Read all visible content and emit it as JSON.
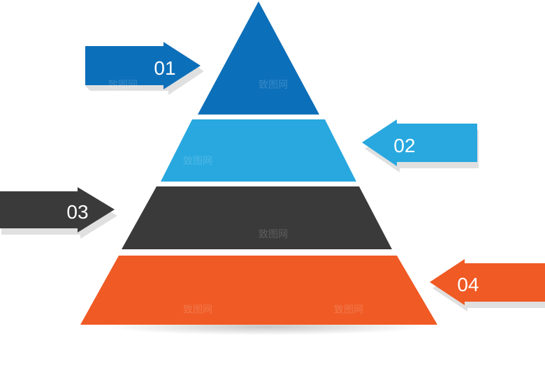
{
  "diagram": {
    "type": "pyramid",
    "levels": [
      {
        "label": "01",
        "color": "#0c6fb9",
        "arrow_side": "left"
      },
      {
        "label": "02",
        "color": "#28a8df",
        "arrow_side": "right"
      },
      {
        "label": "03",
        "color": "#3a3a3a",
        "arrow_side": "left"
      },
      {
        "label": "04",
        "color": "#f05a24",
        "arrow_side": "right"
      }
    ]
  },
  "watermark": "致图网"
}
